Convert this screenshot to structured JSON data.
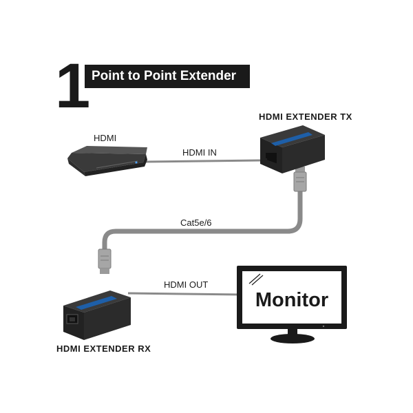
{
  "header": {
    "number": "1",
    "title": "Point to Point Extender"
  },
  "labels": {
    "source": "HDMI",
    "tx": "HDMI EXTENDER TX",
    "rx": "HDMI EXTENDER RX",
    "hdmi_in": "HDMI IN",
    "hdmi_out": "HDMI OUT",
    "cat": "Cat5e/6",
    "monitor": "Monitor"
  },
  "colors": {
    "dark": "#1a1a1a",
    "cable": "#8a8a8a",
    "device": "#2a2a2a",
    "screen": "#ffffff"
  }
}
